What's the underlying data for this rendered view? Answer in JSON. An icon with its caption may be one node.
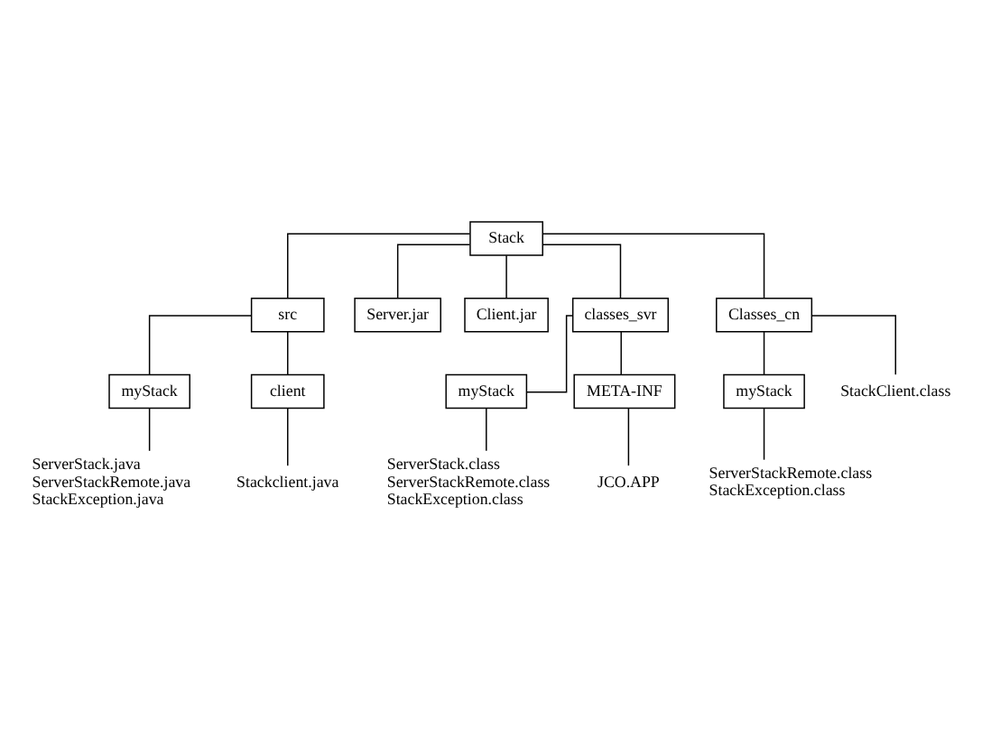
{
  "diagram": {
    "nodes": [
      {
        "text": [
          "Stack"
        ]
      },
      {
        "text": [
          "src"
        ]
      },
      {
        "text": [
          "Server.jar"
        ]
      },
      {
        "text": [
          "Client.jar"
        ]
      },
      {
        "text": [
          "classes_svr"
        ]
      },
      {
        "text": [
          "Classes_cn"
        ]
      },
      {
        "text": [
          "myStack"
        ]
      },
      {
        "text": [
          "client"
        ]
      },
      {
        "text": [
          "myStack"
        ]
      },
      {
        "text": [
          "META-INF"
        ]
      },
      {
        "text": [
          "myStack"
        ]
      },
      {
        "text": [
          "Stackclient.java"
        ]
      },
      {
        "text": [
          "JCO.APP"
        ]
      },
      {
        "text": [
          "StackClient.class"
        ]
      },
      {
        "text": [
          "ServerStack.java",
          "ServerStackRemote.java",
          "StackException.java"
        ]
      },
      {
        "text": [
          "ServerStack.class",
          "ServerStackRemote.class",
          "StackException.class"
        ]
      },
      {
        "text": [
          "ServerStackRemote.class",
          "StackException.class"
        ]
      }
    ],
    "edges": [
      {
        "from": 0,
        "to": 1,
        "arrow": "none"
      },
      {
        "from": 0,
        "to": 2,
        "arrow": "none"
      },
      {
        "from": 0,
        "to": 3,
        "arrow": "none"
      },
      {
        "from": 0,
        "to": 4,
        "arrow": "none"
      },
      {
        "from": 0,
        "to": 5,
        "arrow": "none"
      },
      {
        "from": 1,
        "to": 6,
        "arrow": "none"
      },
      {
        "from": 1,
        "to": 7,
        "arrow": "none"
      },
      {
        "from": 4,
        "to": 8,
        "arrow": "none"
      },
      {
        "from": 4,
        "to": 9,
        "arrow": "none"
      },
      {
        "from": 5,
        "to": 10,
        "arrow": "none"
      },
      {
        "from": 5,
        "to": 13,
        "arrow": "none"
      },
      {
        "from": 6,
        "to": 14,
        "arrow": "none"
      },
      {
        "from": 7,
        "to": 11,
        "arrow": "none"
      },
      {
        "from": 8,
        "to": 15,
        "arrow": "none"
      },
      {
        "from": 9,
        "to": 12,
        "arrow": "none"
      },
      {
        "from": 10,
        "to": 16,
        "arrow": "none"
      }
    ]
  }
}
